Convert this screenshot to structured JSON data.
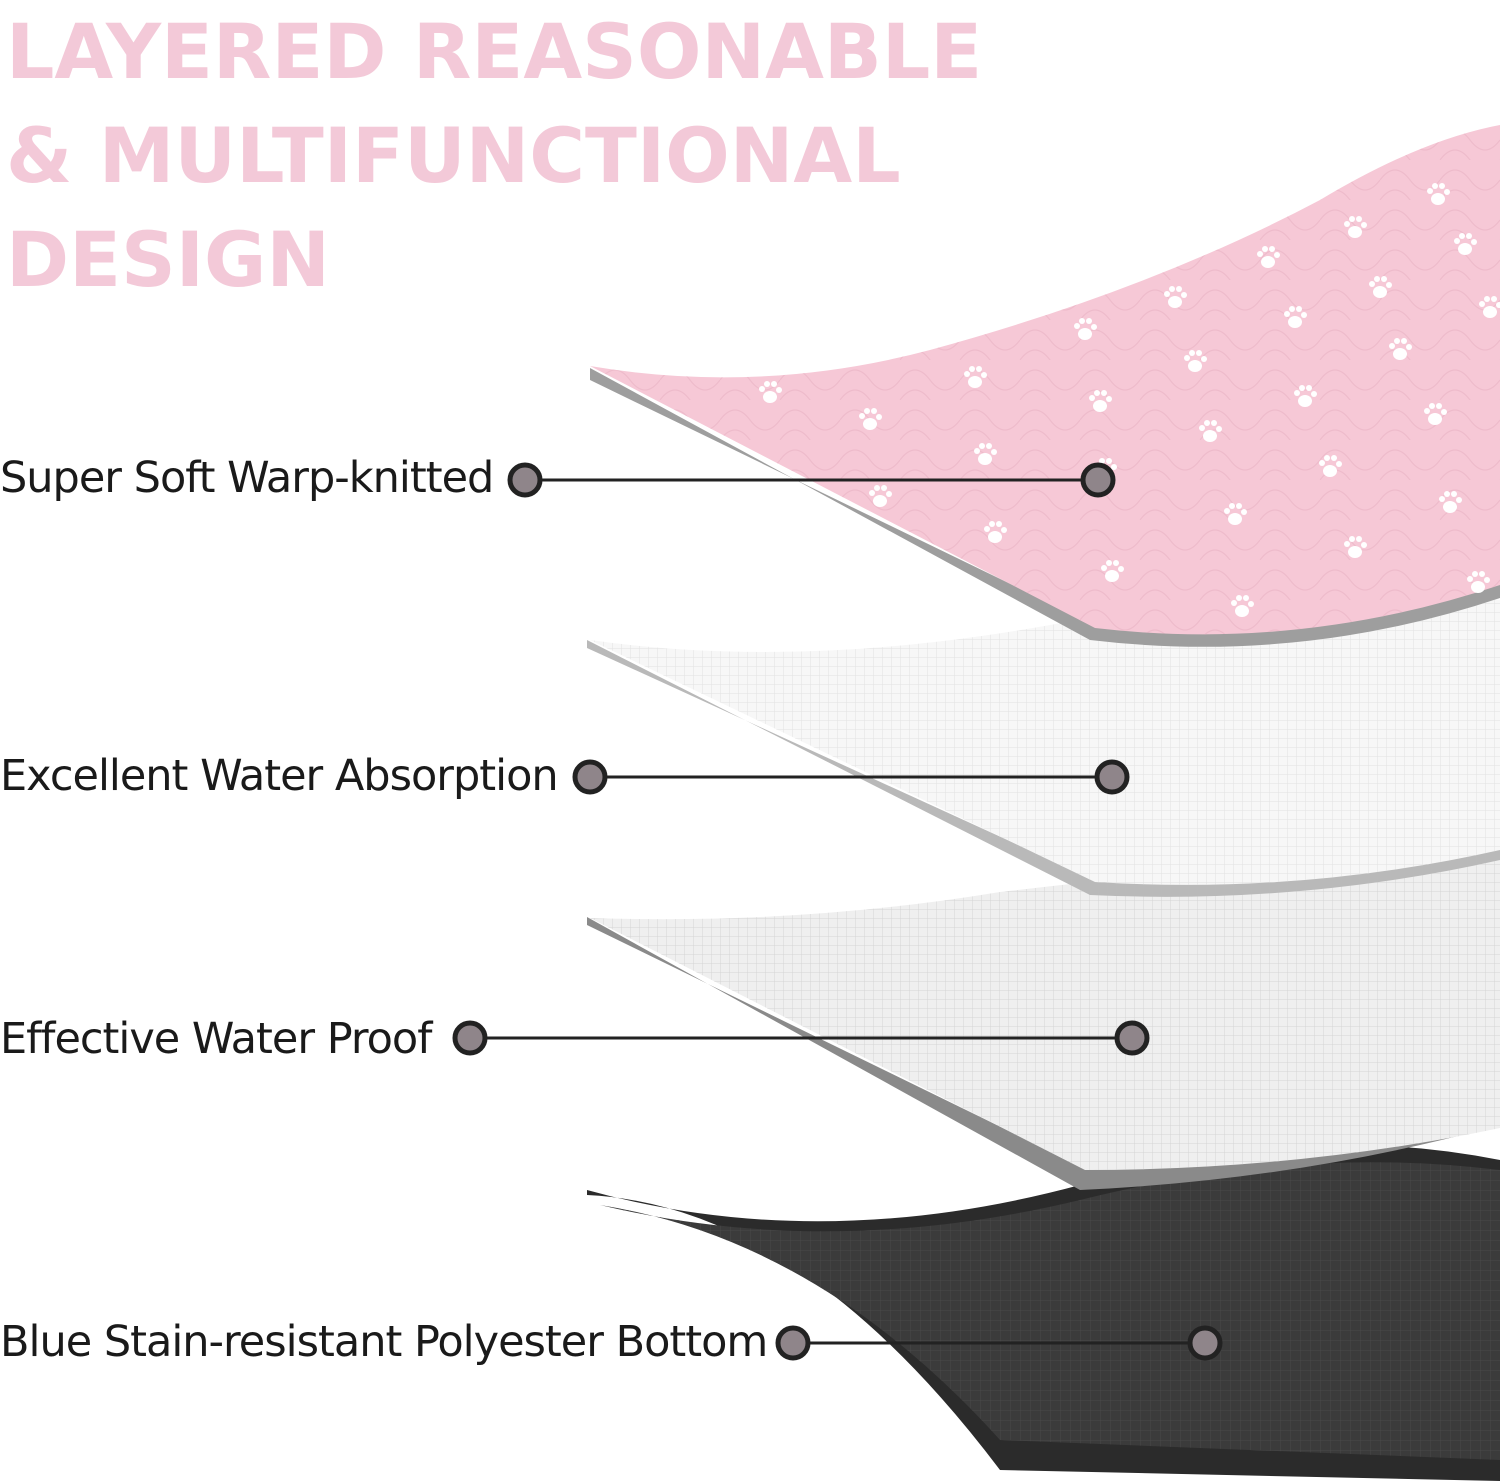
{
  "headline": {
    "lines": [
      "LAYERED REASONABLE",
      "& MULTIFUNCTIONAL",
      "DESIGN"
    ],
    "color": "#f3c9d8"
  },
  "layers": [
    {
      "label": "Super Soft Warp-knitted",
      "color": "#f6c8d6",
      "pattern": "paw-print-icon"
    },
    {
      "label": "Excellent Water Absorption",
      "color": "#f4f4f4"
    },
    {
      "label": "Effective Water Proof",
      "color": "#ededed"
    },
    {
      "label": "Blue Stain-resistant Polyester Bottom",
      "color": "#3a3a3a"
    }
  ],
  "colors": {
    "callout_dot": "#8f858a",
    "callout_line": "#222222",
    "label_text": "#1a1a1a"
  }
}
